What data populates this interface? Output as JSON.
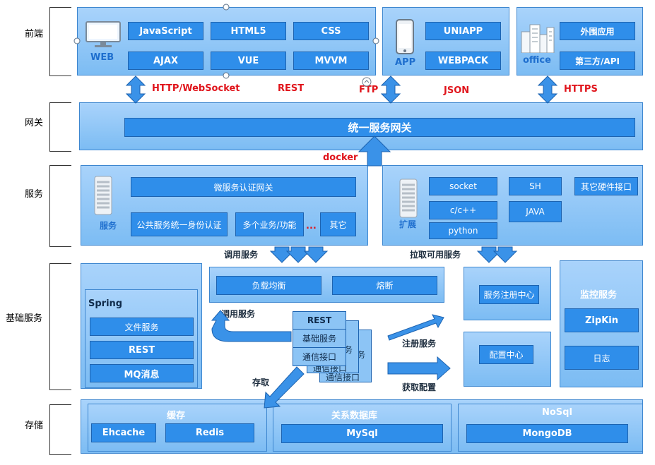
{
  "layers": {
    "frontend": "前端",
    "gateway": "网关",
    "service": "服务",
    "infra": "基础服务",
    "storage": "存储"
  },
  "frontend": {
    "web_caption": "WEB",
    "web_items": [
      "JavaScript",
      "HTML5",
      "CSS",
      "AJAX",
      "VUE",
      "MVVM"
    ],
    "app_caption": "APP",
    "app_items": [
      "UNIAPP",
      "WEBPACK"
    ],
    "office_caption": "office",
    "office_items": [
      "外围应用",
      "第三方/API"
    ]
  },
  "protocols": [
    "HTTP/WebSocket",
    "REST",
    "FTP",
    "JSON",
    "HTTPS"
  ],
  "gateway": {
    "title": "统一服务网关",
    "docker": "docker"
  },
  "service": {
    "left_caption": "服务",
    "auth_gateway": "微服务认证网关",
    "identity_auth": "公共服务统一身份认证",
    "multi_business": "多个业务/功能",
    "ellipsis": "...",
    "other": "其它",
    "right_caption": "扩展",
    "ext_items": [
      "socket",
      "SH",
      "其它硬件接口",
      "c/c++",
      "JAVA",
      "python"
    ],
    "call_service": "调用服务",
    "pull_service": "拉取可用服务"
  },
  "infra": {
    "spring_title": "Spring",
    "spring_items": [
      "文件服务",
      "REST",
      "MQ消息"
    ],
    "load_balance": "负载均衡",
    "circuit_breaker": "熔断",
    "call_service": "调用服务",
    "stack_items": [
      "REST",
      "基础服务",
      "通信接口"
    ],
    "stack_shadow_1": "务",
    "stack_shadow_2": "通信接口",
    "stack_shadow_3": "务",
    "stack_shadow_4": "通信接口",
    "register_service": "注册服务",
    "get_config": "获取配置",
    "store": "存取",
    "registry": "服务注册中心",
    "config_center": "配置中心",
    "monitor_title": "监控服务",
    "zipkin": "ZipKin",
    "logs": "日志"
  },
  "storage": {
    "cache_title": "缓存",
    "cache_items": [
      "Ehcache",
      "Redis"
    ],
    "rdb_title": "关系数据库",
    "rdb_item": "MySql",
    "nosql_title": "NoSql",
    "nosql_item": "MongoDB"
  },
  "colors": {
    "panel_top": "#a9d3fb",
    "panel_bottom": "#7cbcf3",
    "box": "#2f8eea",
    "arrow": "#3a92e8",
    "protocol_text": "#e0141b"
  }
}
